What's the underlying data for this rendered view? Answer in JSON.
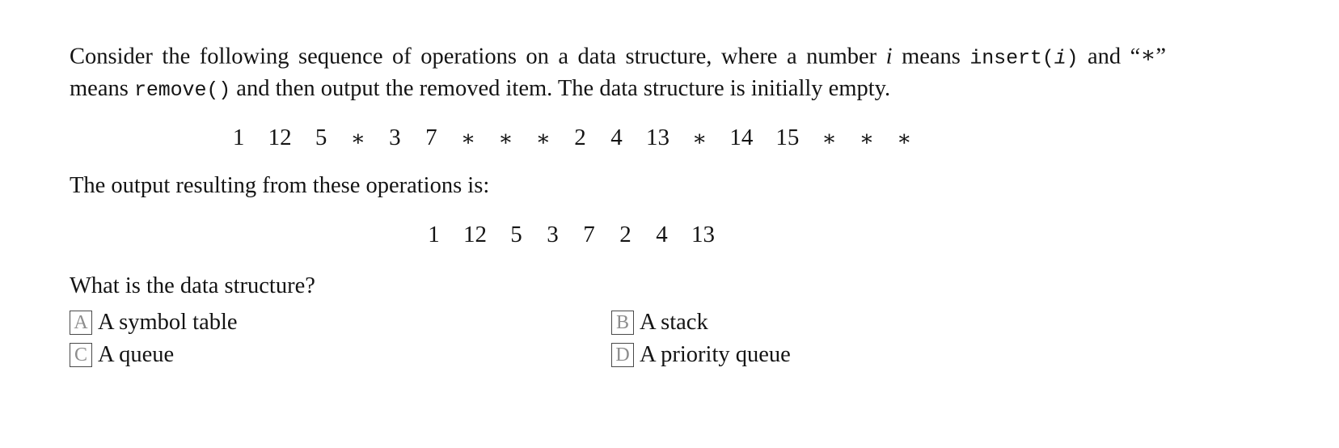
{
  "document": {
    "prompt": {
      "segment_1": "Consider the following sequence of operations on a data structure, where a number ",
      "var_i": "i",
      "segment_2": " means ",
      "code_insert": "insert(",
      "code_insert_arg": "i",
      "code_insert_close": ")",
      "segment_3": " and “",
      "star_symbol": "∗",
      "segment_4": "” means ",
      "code_remove": "remove()",
      "segment_5": " and then output the removed item.  The data structure is initially empty."
    },
    "operations_label": "operations-sequence",
    "operations": [
      "1",
      "12",
      "5",
      "∗",
      "3",
      "7",
      "∗",
      "∗",
      "∗",
      "2",
      "4",
      "13",
      "∗",
      "14",
      "15",
      "∗",
      "∗",
      "∗"
    ],
    "output_lead": "The output resulting from these operations is:",
    "output": [
      "1",
      "12",
      "5",
      "3",
      "7",
      "2",
      "4",
      "13"
    ],
    "question": "What is the data structure?",
    "choices": [
      {
        "letter": "A",
        "text": "A symbol table"
      },
      {
        "letter": "B",
        "text": "A stack"
      },
      {
        "letter": "C",
        "text": "A queue"
      },
      {
        "letter": "D",
        "text": "A priority queue"
      }
    ],
    "colors": {
      "text": "#141414",
      "box_border": "#4a4a4a",
      "box_letter": "#8d8d8d",
      "background": "#ffffff"
    }
  }
}
